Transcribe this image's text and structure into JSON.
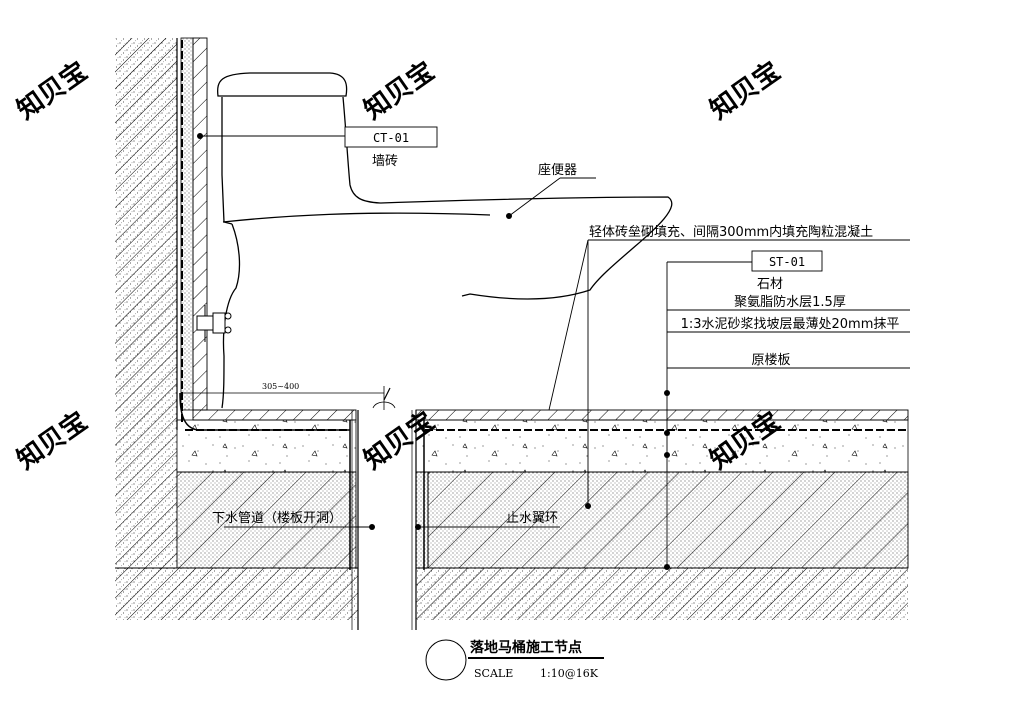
{
  "labels": {
    "ct_tag": "CT-01",
    "wall_tile": "墙砖",
    "toilet": "座便器",
    "filler": "轻体砖垒砌填充、间隔300mm内填充陶粒混凝土",
    "st_tag": "ST-01",
    "stone": "石材",
    "waterproof": "聚氨脂防水层1.5厚",
    "mortar": "1:3水泥砂浆找坡层最薄处20mm抹平",
    "slab": "原楼板",
    "dim": "305~400",
    "drain_pipe": "下水管道（楼板开洞）",
    "water_ring": "止水翼环"
  },
  "title_block": {
    "title": "落地马桶施工节点",
    "scale_label": "SCALE",
    "scale_value": "1:10@16K"
  },
  "watermark": "知贝宝"
}
